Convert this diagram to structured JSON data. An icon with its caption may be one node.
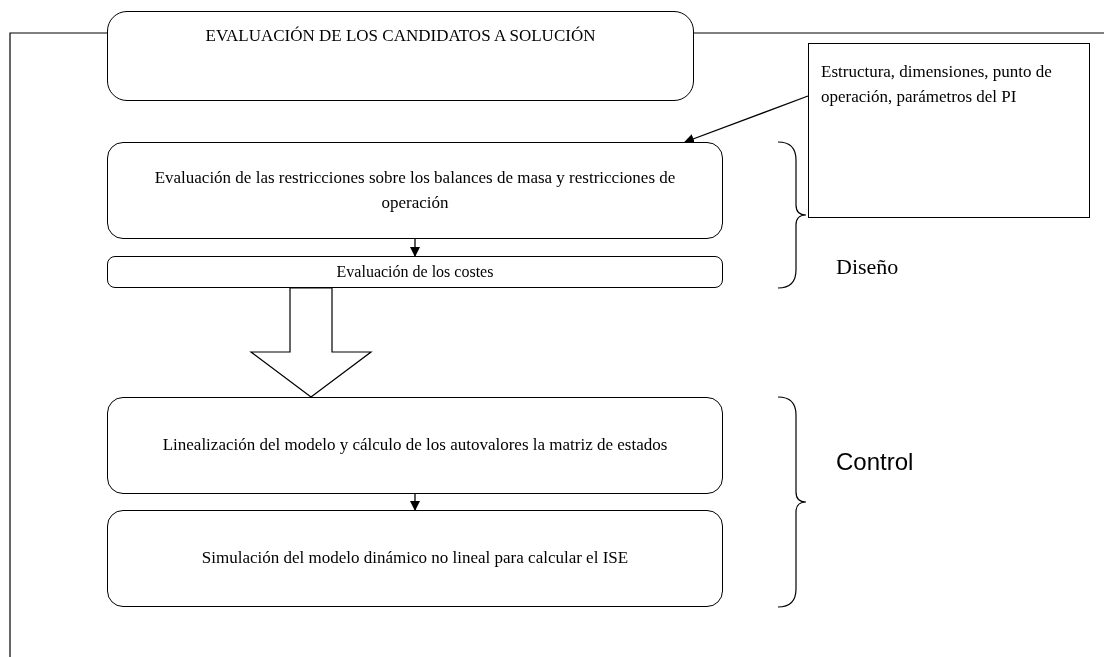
{
  "diagram": {
    "nodes": [
      {
        "text": [
          "EVALUACIÓN DE LOS CANDIDATOS A SOLUCIÓN"
        ]
      },
      {
        "text": [
          "Evaluación de las restricciones sobre los balances de masa y restricciones de operación"
        ]
      },
      {
        "text": [
          "Evaluación de los costes"
        ]
      },
      {
        "text": [
          "Linealización del modelo y cálculo de los autovalores la matriz de estados"
        ]
      },
      {
        "text": [
          "Simulación del modelo dinámico no lineal para calcular el ISE"
        ]
      },
      {
        "text": [
          "Estructura, dimensiones, punto de operación, parámetros del PI"
        ]
      }
    ],
    "edges": [
      {
        "from": 5,
        "to": 1,
        "arrow": "to"
      },
      {
        "from": 1,
        "to": 2,
        "arrow": "to"
      },
      {
        "from": 2,
        "to": 3,
        "arrow": "to",
        "style": "thick"
      },
      {
        "from": 3,
        "to": 4,
        "arrow": "to"
      }
    ],
    "labels": [
      "Diseño",
      "Control"
    ]
  }
}
